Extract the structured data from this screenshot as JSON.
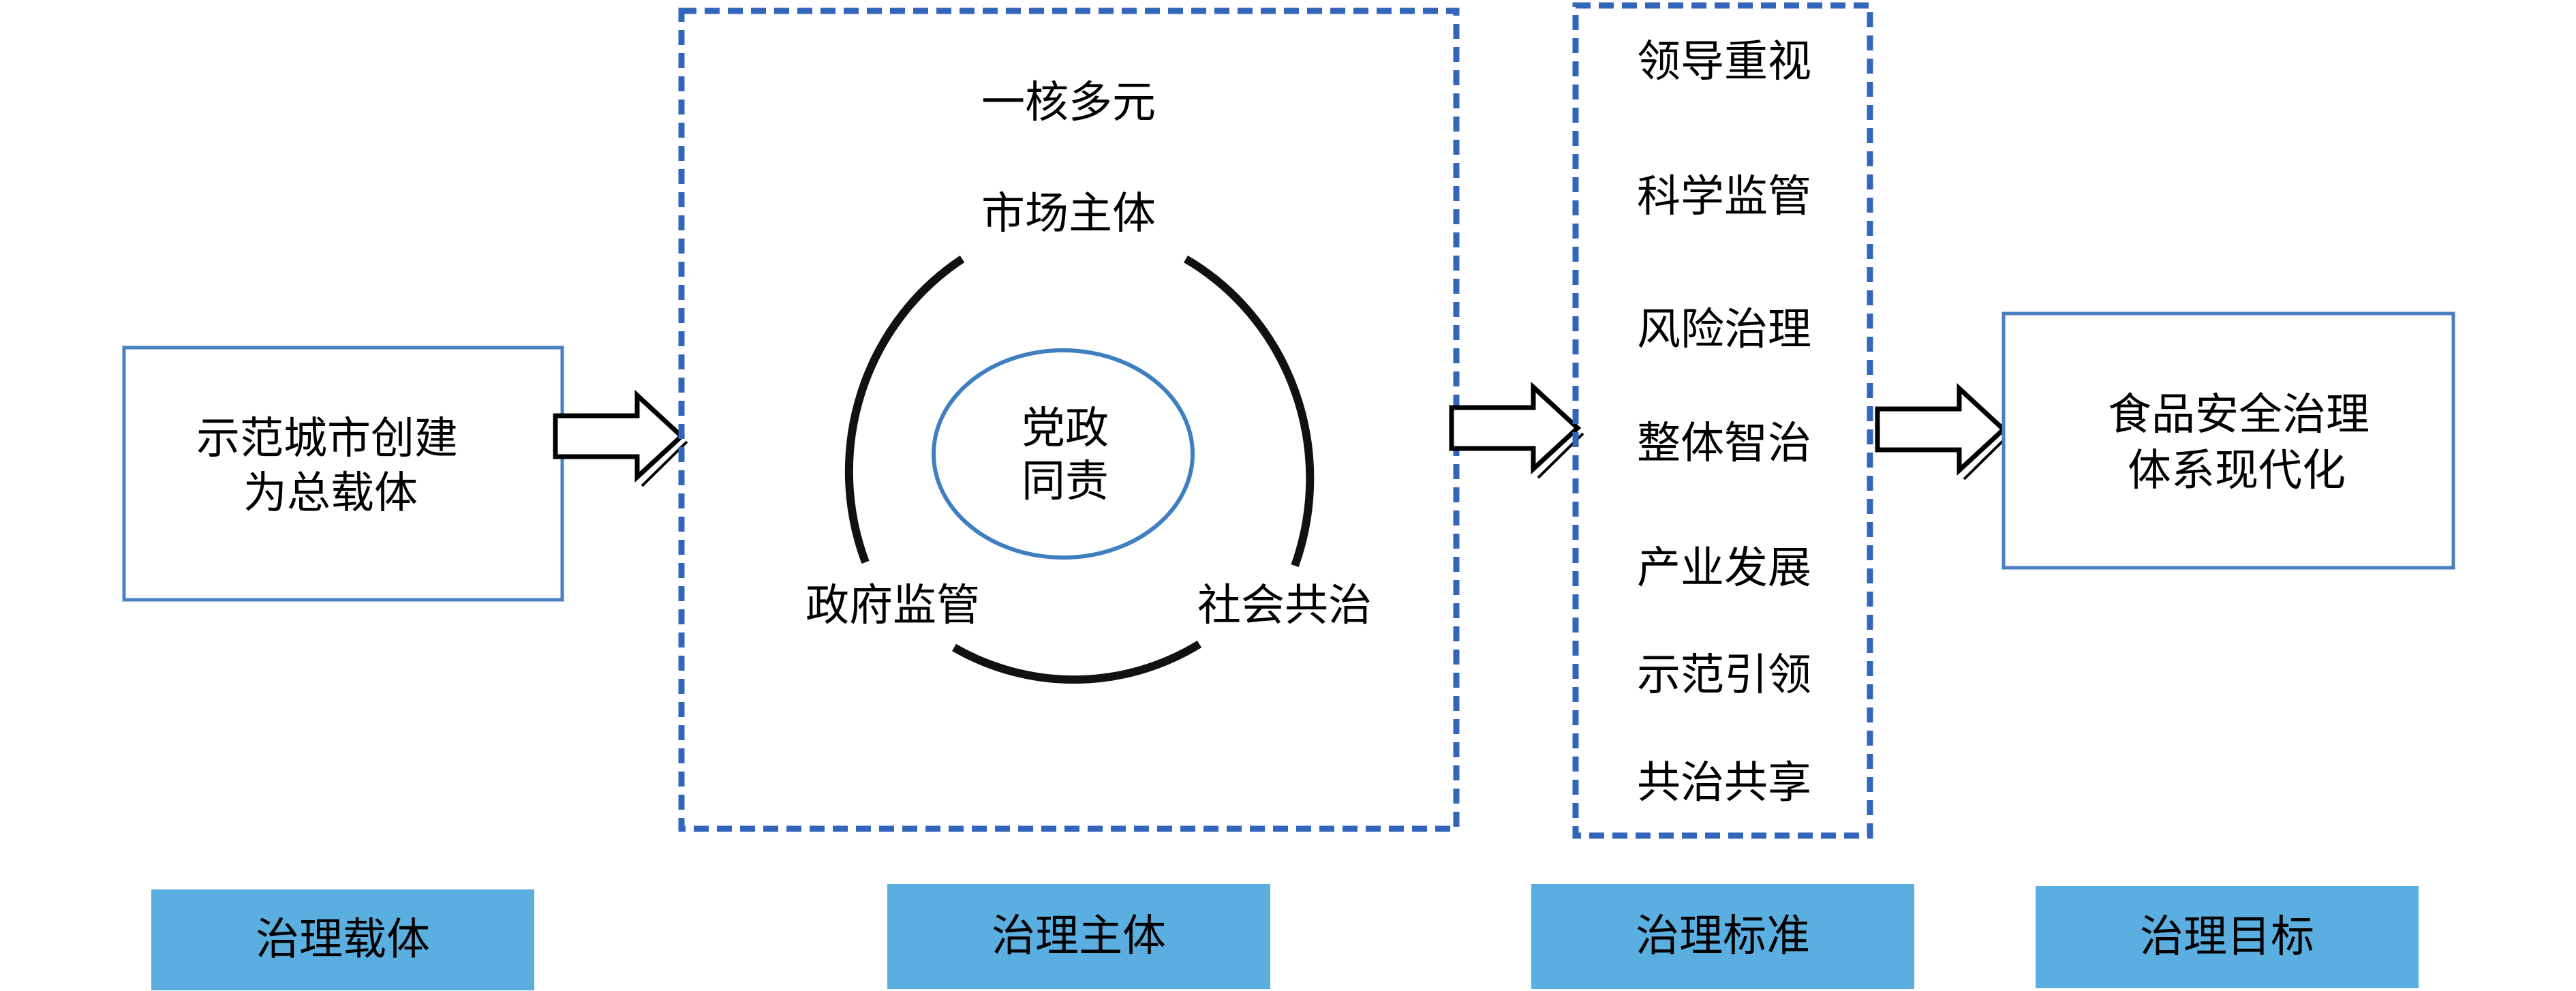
{
  "colors": {
    "box_border": "#4a7fc1",
    "dashed_border": "#3366bb",
    "label_fill": "#5aafe0",
    "ring": "#111111",
    "inner_ring": "#3f7fbf",
    "text": "#000000"
  },
  "carrier": {
    "line1": "示范城市创建",
    "line2": "为总载体"
  },
  "subject": {
    "title": "一核多元",
    "top": "市场主体",
    "left": "政府监管",
    "right": "社会共治",
    "core_line1": "党政",
    "core_line2": "同责"
  },
  "standards": [
    "领导重视",
    "科学监管",
    "风险治理",
    "整体智治",
    "产业发展",
    "示范引领",
    "共治共享"
  ],
  "goal": {
    "line1": "食品安全治理",
    "line2": "体系现代化"
  },
  "labels": {
    "carrier": "治理载体",
    "subject": "治理主体",
    "standard": "治理标准",
    "goal": "治理目标"
  }
}
